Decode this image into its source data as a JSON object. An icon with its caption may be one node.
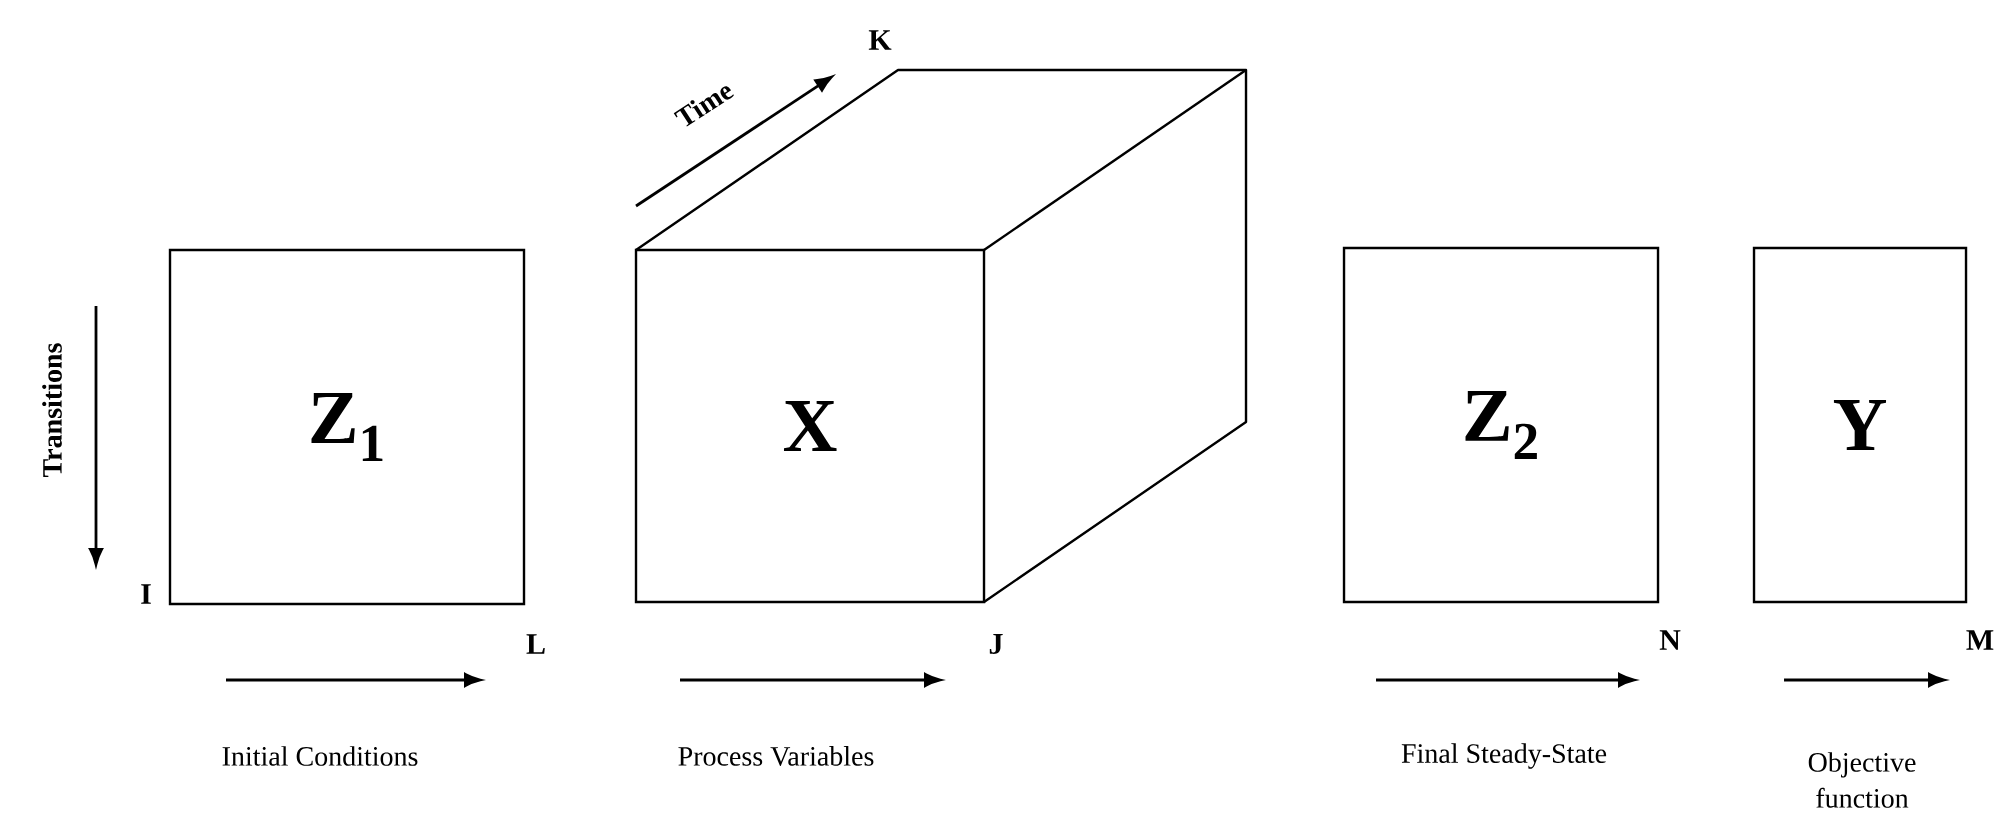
{
  "diagram": {
    "nodes": [
      {
        "text": [
          "Z$_{1}$"
        ]
      },
      {
        "text": [
          "X"
        ]
      },
      {
        "text": [
          "Z$_{2}$"
        ]
      },
      {
        "text": [
          "Y"
        ]
      }
    ],
    "labels": [
      "K",
      "Time",
      "Transitions",
      "I",
      "L",
      "J",
      "N",
      "M",
      "Initial Conditions",
      "Process Variables",
      "Final Steady-State",
      "Objective function"
    ]
  }
}
